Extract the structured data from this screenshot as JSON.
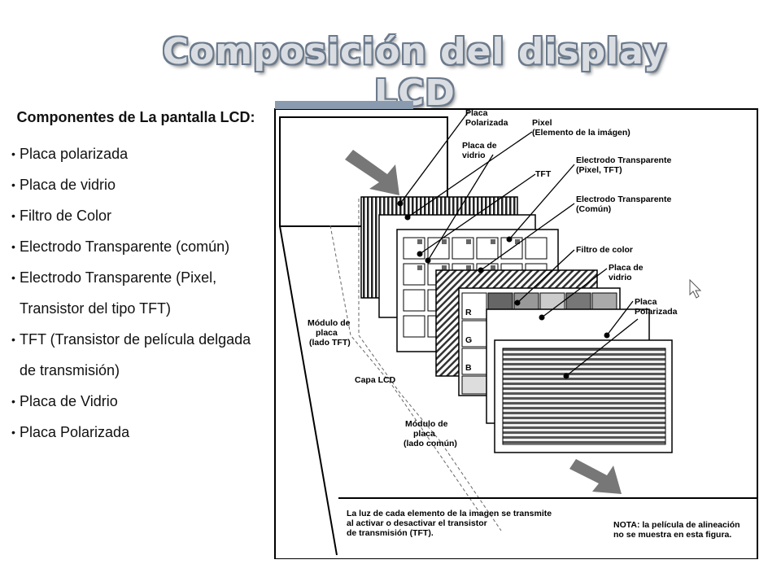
{
  "title": "Composición del display LCD",
  "left": {
    "heading": "Componentes de La pantalla LCD:",
    "items": [
      "Placa polarizada",
      "Placa de vidrio",
      "Filtro de Color",
      "Electrodo Transparente (común)",
      "Electrodo Transparente (Pixel, Transistor del tipo TFT)",
      "TFT (Transistor de película delgada de transmisión)",
      "Placa de Vidrio",
      "Placa Polarizada"
    ]
  },
  "diagram": {
    "labels": {
      "placa_polarizada_top": [
        "Placa",
        "Polarizada"
      ],
      "pixel": [
        "Pixel",
        "(Elemento de la imágen)"
      ],
      "placa_vidrio_top": [
        "Placa de",
        "vidrio"
      ],
      "tft": "TFT",
      "electrodo_pixel": [
        "Electrodo Transparente",
        "(Pixel, TFT)"
      ],
      "electrodo_comun": [
        "Electrodo Transparente",
        "(Común)"
      ],
      "filtro_color": "Filtro de color",
      "placa_vidrio_bottom": [
        "Placa de",
        "vidrio"
      ],
      "placa_polarizada_bottom": [
        "Placa",
        "Polarizada"
      ],
      "modulo_tft": [
        "Módulo de",
        "placa",
        "(lado TFT)"
      ],
      "capa_lcd": "Capa LCD",
      "modulo_comun": [
        "Módulo de",
        "placa",
        "(lado común)"
      ],
      "rgb": [
        "R",
        "G",
        "B"
      ]
    },
    "note_left": [
      "La luz de cada elemento de la imagen se transmite",
      "al activar o desactivar el transistor",
      "de transmisión (TFT)."
    ],
    "note_right": [
      "NOTA: la película de alineación",
      "no se muestra en esta figura."
    ]
  }
}
